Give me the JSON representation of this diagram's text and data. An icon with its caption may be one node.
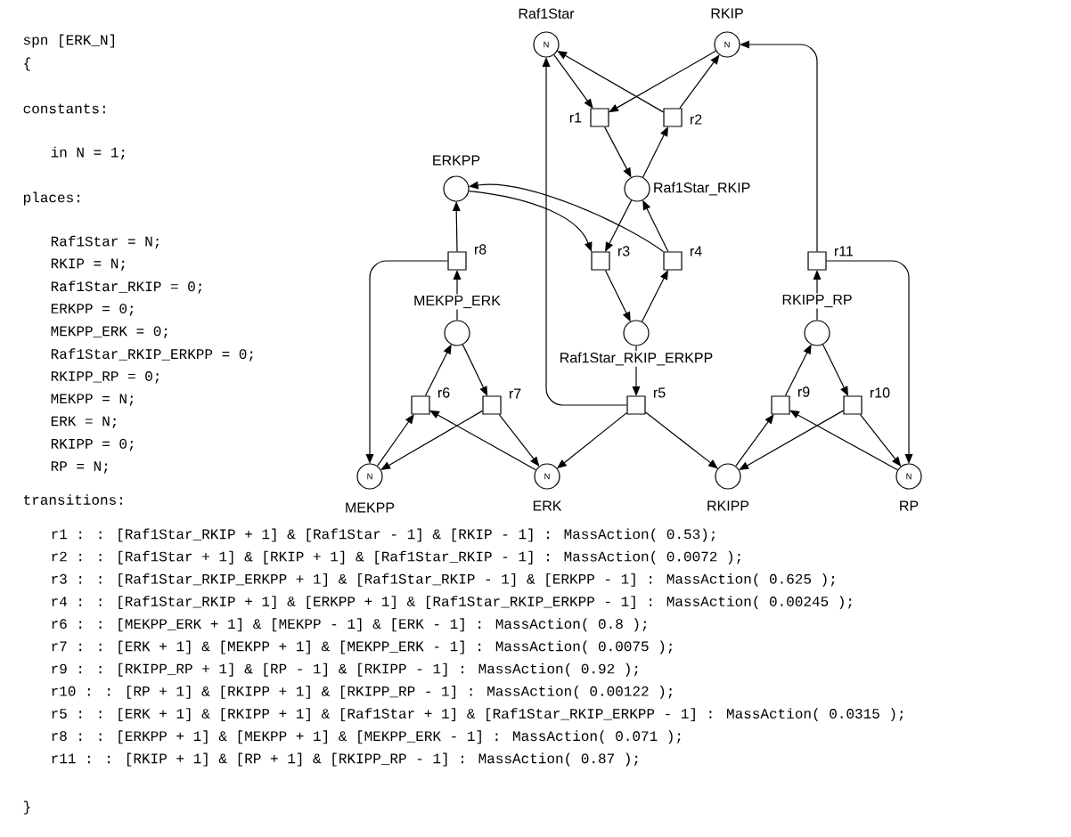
{
  "diagram": {
    "nodes": [
      {
        "text": [
          "N"
        ],
        "beside": [
          "Raf1Star"
        ]
      },
      {
        "text": [
          "N"
        ],
        "beside": [
          "RKIP"
        ]
      },
      {
        "text": [],
        "shape": "box",
        "beside": [
          "r1"
        ]
      },
      {
        "text": [],
        "shape": "box",
        "beside": [
          "r2"
        ]
      },
      {
        "text": [],
        "shape": "circle",
        "beside": [
          "ERKPP"
        ]
      },
      {
        "text": [],
        "shape": "circle",
        "beside": [
          "Raf1Star_RKIP"
        ]
      },
      {
        "text": [],
        "shape": "box",
        "beside": [
          "r8"
        ]
      },
      {
        "text": [],
        "shape": "box",
        "beside": [
          "r3"
        ]
      },
      {
        "text": [],
        "shape": "box",
        "beside": [
          "r4"
        ]
      },
      {
        "text": [],
        "shape": "box",
        "beside": [
          "r11"
        ]
      },
      {
        "text": [],
        "shape": "circle",
        "beside": [
          "MEKPP_ERK"
        ]
      },
      {
        "text": [],
        "shape": "circle",
        "beside": [
          "Raf1Star_RKIP_ERKPP"
        ]
      },
      {
        "text": [],
        "shape": "circle",
        "beside": [
          "RKIPP_RP"
        ]
      },
      {
        "text": [],
        "shape": "box",
        "beside": [
          "r6"
        ]
      },
      {
        "text": [],
        "shape": "box",
        "beside": [
          "r7"
        ]
      },
      {
        "text": [],
        "shape": "box",
        "beside": [
          "r5"
        ]
      },
      {
        "text": [],
        "shape": "box",
        "beside": [
          "r9"
        ]
      },
      {
        "text": [],
        "shape": "box",
        "beside": [
          "r10"
        ]
      },
      {
        "text": [
          "N"
        ],
        "beside": [
          "MEKPP"
        ]
      },
      {
        "text": [
          "N"
        ],
        "beside": [
          "ERK"
        ]
      },
      {
        "text": [],
        "shape": "circle",
        "beside": [
          "RKIPP"
        ]
      },
      {
        "text": [
          "N"
        ],
        "beside": [
          "RP"
        ]
      }
    ],
    "edges": [
      {
        "from": 0,
        "to": 2,
        "arrow": "to"
      },
      {
        "from": 1,
        "to": 2,
        "arrow": "to"
      },
      {
        "from": 2,
        "to": 5,
        "arrow": "to"
      },
      {
        "from": 5,
        "to": 3,
        "arrow": "to"
      },
      {
        "from": 3,
        "to": 0,
        "arrow": "to"
      },
      {
        "from": 3,
        "to": 1,
        "arrow": "to"
      },
      {
        "from": 5,
        "to": 7,
        "arrow": "to"
      },
      {
        "from": 4,
        "to": 7,
        "arrow": "to"
      },
      {
        "from": 7,
        "to": 11,
        "arrow": "to"
      },
      {
        "from": 11,
        "to": 8,
        "arrow": "to"
      },
      {
        "from": 8,
        "to": 5,
        "arrow": "to"
      },
      {
        "from": 8,
        "to": 4,
        "arrow": "to"
      },
      {
        "from": 11,
        "to": 15,
        "arrow": "to"
      },
      {
        "from": 15,
        "to": 19,
        "arrow": "to"
      },
      {
        "from": 15,
        "to": 20,
        "arrow": "to"
      },
      {
        "from": 15,
        "to": 0,
        "arrow": "to"
      },
      {
        "from": 18,
        "to": 13,
        "arrow": "to"
      },
      {
        "from": 19,
        "to": 13,
        "arrow": "to"
      },
      {
        "from": 13,
        "to": 10,
        "arrow": "to"
      },
      {
        "from": 10,
        "to": 14,
        "arrow": "to"
      },
      {
        "from": 14,
        "to": 19,
        "arrow": "to"
      },
      {
        "from": 14,
        "to": 18,
        "arrow": "to"
      },
      {
        "from": 10,
        "to": 6,
        "arrow": "to"
      },
      {
        "from": 6,
        "to": 4,
        "arrow": "to"
      },
      {
        "from": 6,
        "to": 18,
        "arrow": "to"
      },
      {
        "from": 20,
        "to": 16,
        "arrow": "to"
      },
      {
        "from": 21,
        "to": 16,
        "arrow": "to"
      },
      {
        "from": 16,
        "to": 12,
        "arrow": "to"
      },
      {
        "from": 12,
        "to": 17,
        "arrow": "to"
      },
      {
        "from": 17,
        "to": 21,
        "arrow": "to"
      },
      {
        "from": 17,
        "to": 20,
        "arrow": "to"
      },
      {
        "from": 12,
        "to": 9,
        "arrow": "to"
      },
      {
        "from": 9,
        "to": 1,
        "arrow": "to"
      },
      {
        "from": 9,
        "to": 21,
        "arrow": "to"
      }
    ],
    "labels": [
      "spn [ERK_N]",
      "{",
      "constants:",
      "in  N = 1;",
      "places:",
      "Raf1Star = N;",
      "RKIP = N;",
      "Raf1Star_RKIP = 0;",
      "ERKPP = 0;",
      "MEKPP_ERK = 0;",
      "Raf1Star_RKIP_ERKPP = 0;",
      "RKIPP_RP = 0;",
      "MEKPP = N;",
      "ERK = N;",
      "RKIPP = 0;",
      "RP = N;",
      "transitions:",
      "r1 :  : [Raf1Star_RKIP + 1] & [Raf1Star - 1] & [RKIP - 1] : MassAction( 0.53);",
      "r2 :  : [Raf1Star + 1] & [RKIP + 1] & [Raf1Star_RKIP - 1] : MassAction( 0.0072 );",
      "r3 :  : [Raf1Star_RKIP_ERKPP + 1] & [Raf1Star_RKIP - 1] & [ERKPP - 1] : MassAction( 0.625 );",
      "r4 :  : [Raf1Star_RKIP + 1] & [ERKPP + 1] & [Raf1Star_RKIP_ERKPP - 1] : MassAction( 0.00245 );",
      "r6 :  : [MEKPP_ERK + 1] & [MEKPP - 1] & [ERK - 1] : MassAction( 0.8 );",
      "r7 :  : [ERK + 1] & [MEKPP + 1] & [MEKPP_ERK - 1] : MassAction( 0.0075 );",
      "r9 :  : [RKIPP_RP + 1] & [RP - 1] & [RKIPP - 1] : MassAction( 0.92 );",
      "r10 :  : [RP + 1] & [RKIPP + 1] & [RKIPP_RP - 1] : MassAction( 0.00122 );",
      "r5 :  : [ERK + 1] & [RKIPP + 1] & [Raf1Star + 1] & [Raf1Star_RKIP_ERKPP - 1] : MassAction( 0.0315  );",
      "r8 :  : [ERKPP + 1] & [MEKPP + 1] & [MEKPP_ERK - 1] : MassAction( 0.071 );",
      "r11 :  : [RKIP + 1] & [RP + 1] & [RKIPP_RP - 1] : MassAction( 0.87 );",
      "}"
    ]
  }
}
